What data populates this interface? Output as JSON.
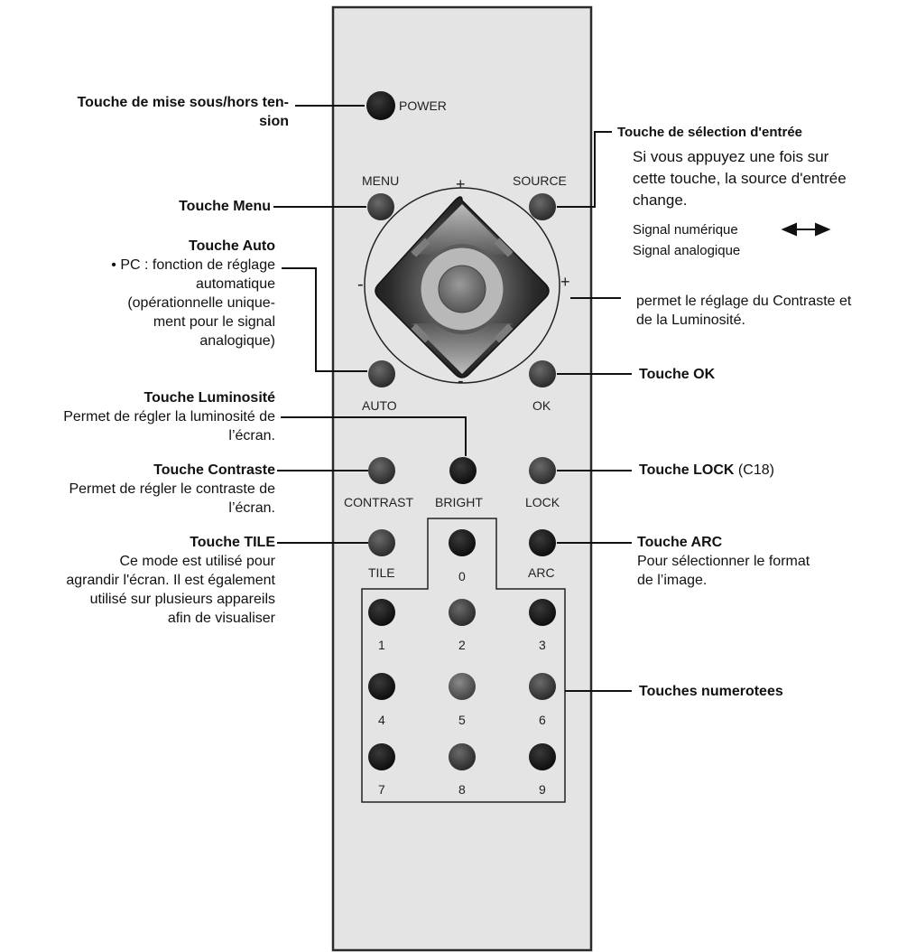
{
  "remote": {
    "buttons": {
      "power": "POWER",
      "menu": "MENU",
      "source": "SOURCE",
      "auto": "AUTO",
      "ok": "OK",
      "contrast": "CONTRAST",
      "bright": "BRIGHT",
      "lock": "LOCK",
      "tile": "TILE",
      "arc": "ARC",
      "plus_top": "+",
      "plus_right": "+",
      "minus_left": "-",
      "minus_bottom": "-"
    },
    "digits": [
      "0",
      "1",
      "2",
      "3",
      "4",
      "5",
      "6",
      "7",
      "8",
      "9"
    ]
  },
  "annotations": {
    "power": {
      "title": "Touche de mise sous/hors ten-",
      "title2": "sion"
    },
    "menu": {
      "title": "Touche Menu"
    },
    "auto": {
      "title": "Touche Auto",
      "line1": "• PC : fonction de réglage",
      "line2": "automatique",
      "line3": "(opérationnelle unique-",
      "line4": "ment pour le signal",
      "line5": "analogique)"
    },
    "brightness": {
      "title": "Touche Luminosité",
      "line1": "Permet de régler la luminosité de",
      "line2": "l’écran."
    },
    "contrast": {
      "title": "Touche Contraste",
      "line1": "Permet de régler le contraste de",
      "line2": "l’écran."
    },
    "tile": {
      "title": "Touche TILE",
      "line1": "Ce mode est utilisé pour",
      "line2": "agrandir l'écran. Il est également",
      "line3": "utilisé sur plusieurs appareils",
      "line4": "afin de visualiser"
    },
    "source": {
      "title": "Touche de sélection d'entrée",
      "line1": "Si vous appuyez une fois sur",
      "line2": "cette touche, la source d'entrée",
      "line3": "change.",
      "line4": "Signal numérique",
      "line5": "Signal analogique"
    },
    "plusminus": {
      "line1": "permet le réglage du Contraste et",
      "line2": "de la Luminosité."
    },
    "ok": {
      "title": "Touche OK"
    },
    "lock": {
      "title": "Touche LOCK",
      "suffix": " (C18)"
    },
    "arc": {
      "title": "Touche ARC",
      "line1": "Pour sélectionner le format",
      "line2": "de l’image."
    },
    "numbers": {
      "title": "Touches numerotees"
    }
  },
  "colors": {
    "remote_body": "#e4e4e4",
    "remote_border": "#2a2a2a",
    "button_dark": "#1a1a1a",
    "button_gray": "#4a4a4a"
  }
}
